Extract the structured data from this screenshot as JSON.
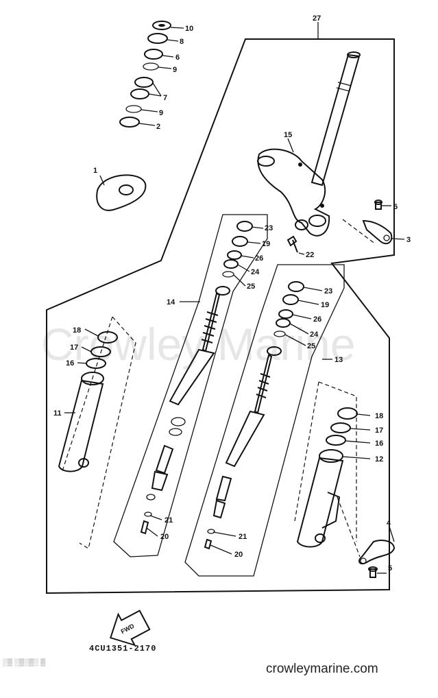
{
  "watermark": "Crowley Marine",
  "diagram_code": "4CU1351-2170",
  "footer_url": "crowleymarine.com",
  "fwd_label": "FWD",
  "corner_mark": "░▒ ░▒░▒░ ▒",
  "callouts": {
    "c10": "10",
    "c8": "8",
    "c6": "6",
    "c9a": "9",
    "c7": "7",
    "c9b": "9",
    "c2": "2",
    "c1": "1",
    "c27": "27",
    "c15": "15",
    "c5a": "5",
    "c3": "3",
    "c22": "22",
    "c23a": "23",
    "c19a": "19",
    "c26a": "26",
    "c24a": "24",
    "c25a": "25",
    "c14": "14",
    "c23b": "23",
    "c19b": "19",
    "c26b": "26",
    "c24b": "24",
    "c25b": "25",
    "c13": "13",
    "c18a": "18",
    "c17a": "17",
    "c16a": "16",
    "c11": "11",
    "c18b": "18",
    "c17b": "17",
    "c16b": "16",
    "c12": "12",
    "c21a": "21",
    "c20a": "20",
    "c21b": "21",
    "c20b": "20",
    "c4": "4",
    "c5b": "5"
  }
}
